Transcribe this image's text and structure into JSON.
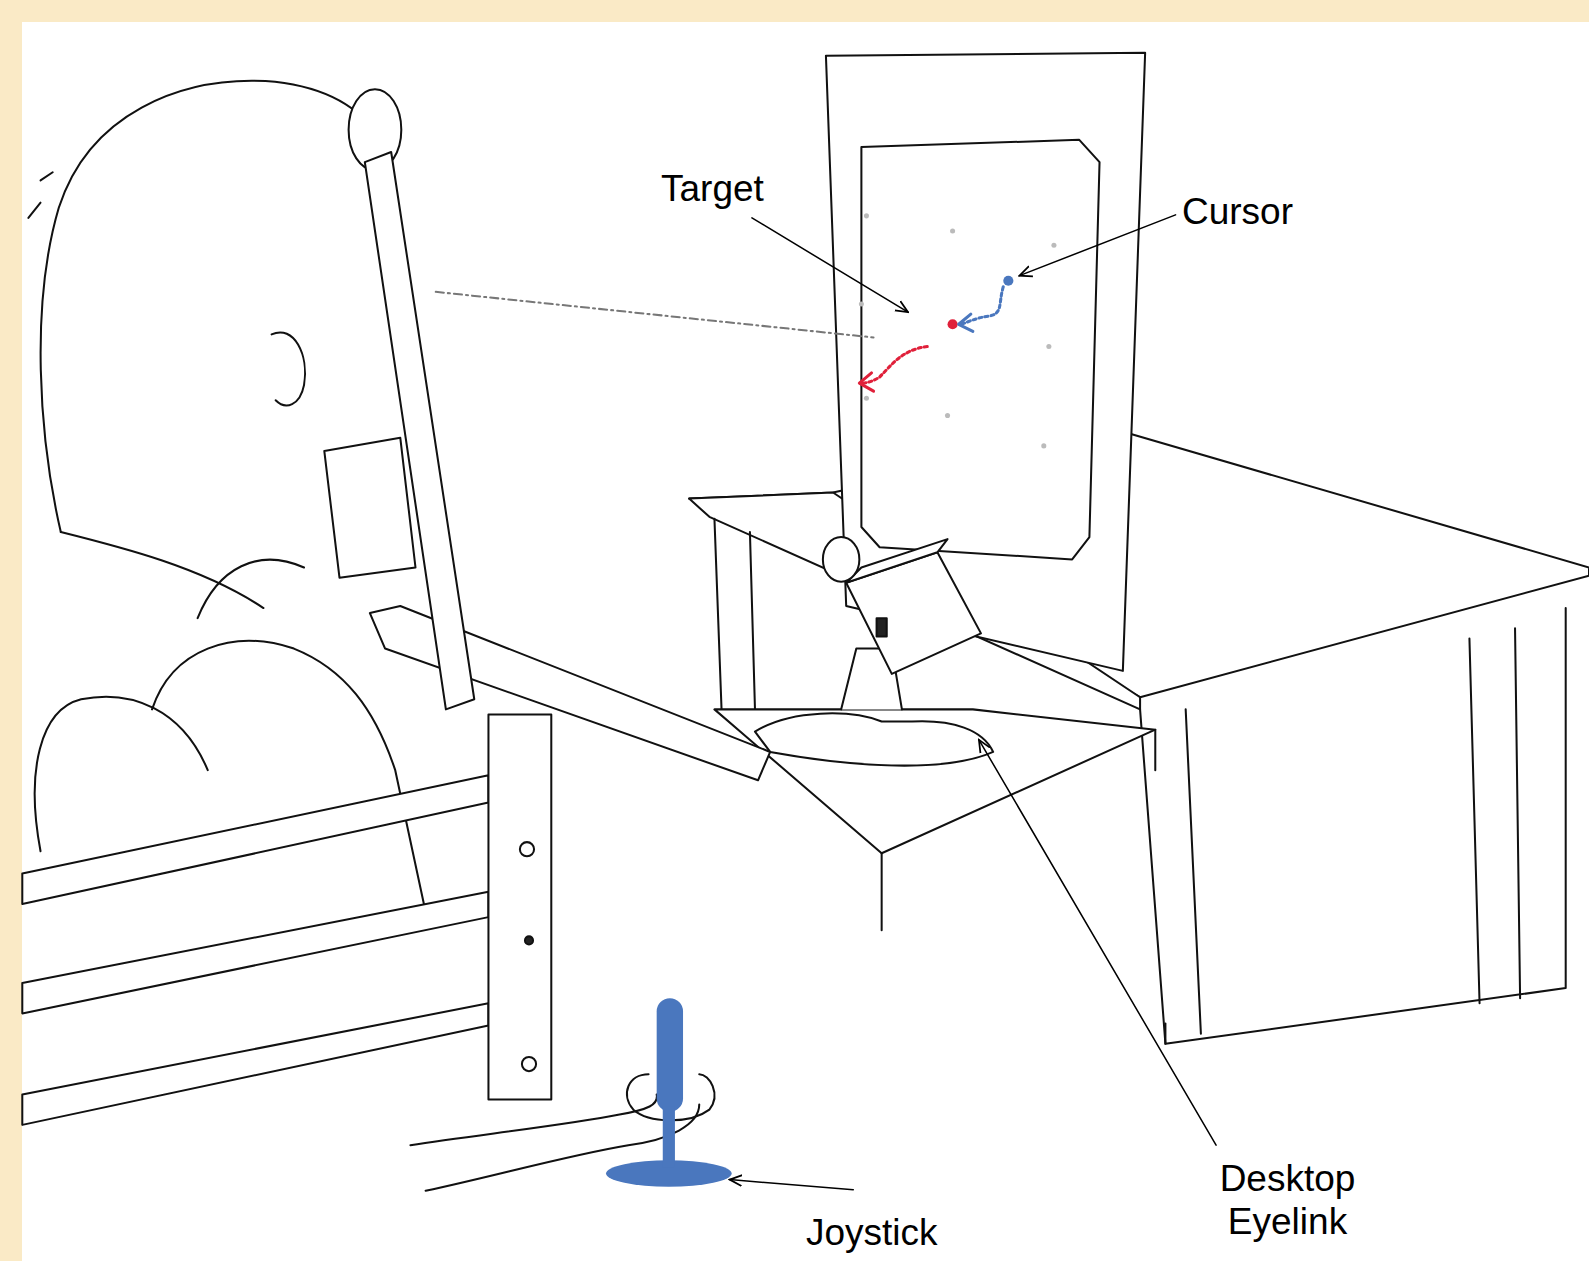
{
  "diagram": {
    "labels": [
      "Target",
      "Cursor",
      "Joystick",
      "Desktop Eyelink"
    ]
  }
}
